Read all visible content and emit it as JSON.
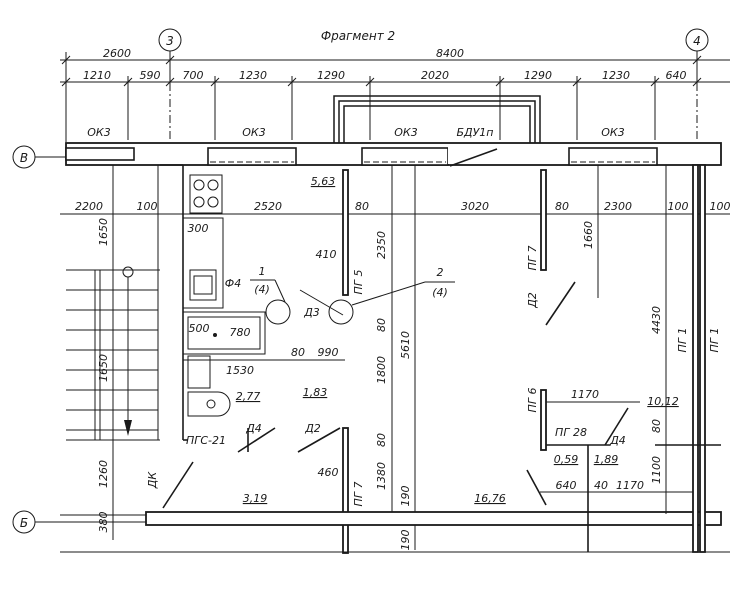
{
  "title": "Фрагмент 2",
  "axes": {
    "axis3": "3",
    "axis4": "4",
    "axisB": "В",
    "axisBe": "Б"
  },
  "top_dims": {
    "overall_left": "2600",
    "overall_right": "8400",
    "seg": [
      "1210",
      "590",
      "700",
      "1230",
      "1290",
      "2020",
      "1290",
      "1230",
      "640"
    ]
  },
  "openings": [
    "ОК3",
    "ОК3",
    "ОК3",
    "БДУ1п",
    "ОК3"
  ],
  "row_dims": [
    "2200",
    "100",
    "2520",
    "80",
    "3020",
    "80",
    "2300",
    "100",
    "100"
  ],
  "marks": {
    "m300": "300",
    "m5_63": "5,63",
    "m1650a": "1650",
    "m1650b": "1650",
    "m1260": "1260",
    "m380": "380",
    "m410": "410",
    "m2350": "2350",
    "m1660": "1660",
    "m4430": "4430",
    "f4": "Ф4",
    "n1": "1",
    "n1b": "(4)",
    "n2": "2",
    "n2b": "(4)",
    "d3": "Д3",
    "pg5": "ПГ 5",
    "pg7a": "ПГ 7",
    "d2a": "Д2",
    "m500": "500",
    "m780": "780",
    "m80a": "80",
    "m80b": "80",
    "m990": "990",
    "m1530": "1530",
    "m1800": "1800",
    "m5610": "5610",
    "m2_77": "2,77",
    "m1_83": "1,83",
    "m80c": "80",
    "m1380": "1380",
    "m190a": "190",
    "m190b": "190",
    "pg6": "ПГ 6",
    "m1170a": "1170",
    "m10_12": "10,12",
    "m80d": "80",
    "pg1a": "ПГ 1",
    "pg1b": "ПГ 1",
    "pgs21": "ПГС-21",
    "d4a": "Д4",
    "d2b": "Д2",
    "m460": "460",
    "pg7b": "ПГ 7",
    "dk": "ДК",
    "pg28": "ПГ 28",
    "d4b": "Д4",
    "m0_59": "0,59",
    "m1_89": "1,89",
    "m640": "640",
    "m40": "40",
    "m1170b": "1170",
    "m1100": "1100",
    "m3_19": "3,19",
    "m16_76": "16,76"
  }
}
